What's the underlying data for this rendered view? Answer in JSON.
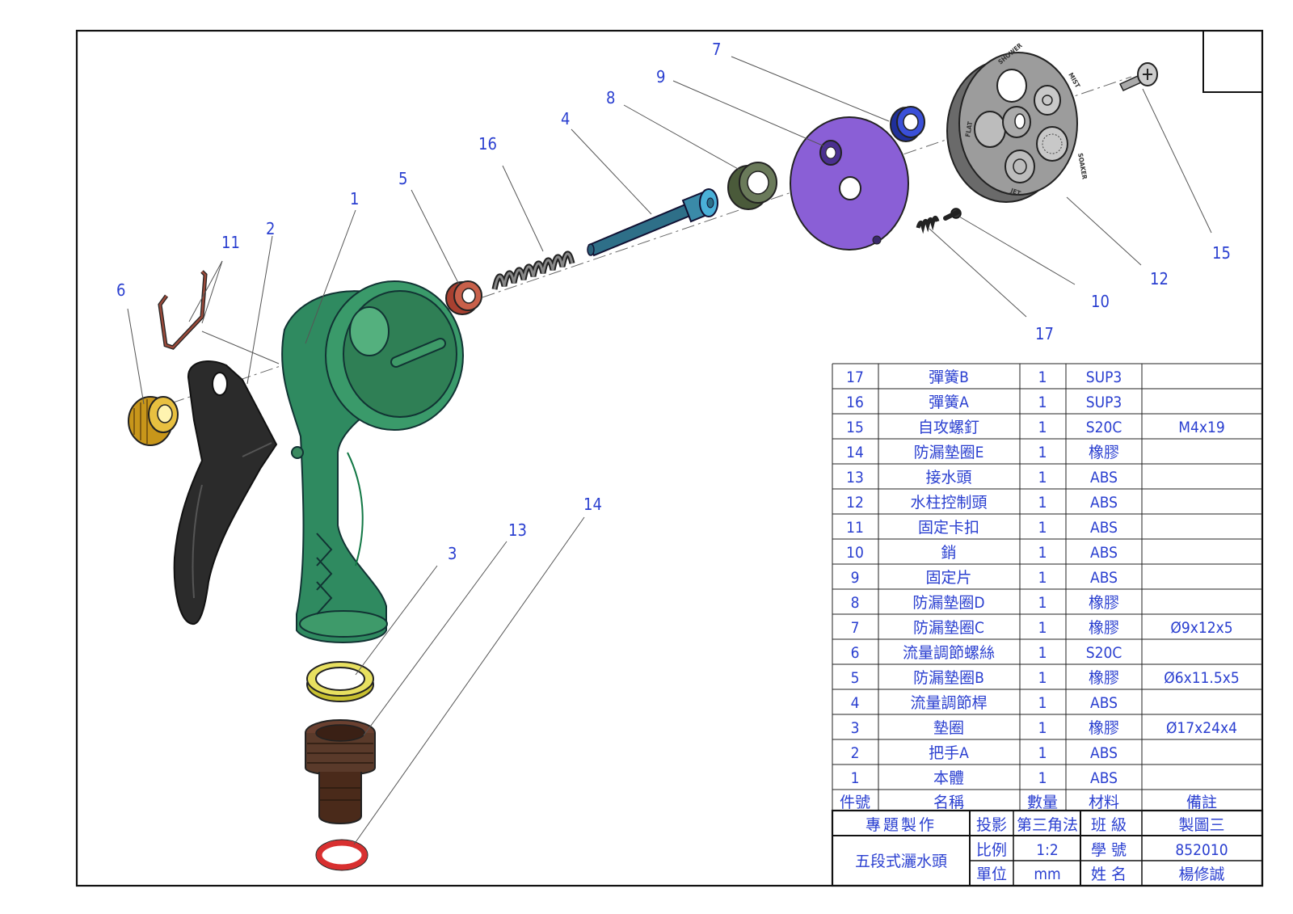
{
  "balloons": [
    "1",
    "2",
    "3",
    "4",
    "5",
    "6",
    "7",
    "8",
    "9",
    "10",
    "11",
    "12",
    "13",
    "14",
    "15",
    "16",
    "17"
  ],
  "bom": {
    "header": {
      "no": "件號",
      "name": "名稱",
      "qty": "數量",
      "material": "材料",
      "note": "備註"
    },
    "rows": [
      {
        "no": "17",
        "name": "彈簧B",
        "qty": "1",
        "material": "SUP3",
        "note": ""
      },
      {
        "no": "16",
        "name": "彈簧A",
        "qty": "1",
        "material": "SUP3",
        "note": ""
      },
      {
        "no": "15",
        "name": "自攻螺釘",
        "qty": "1",
        "material": "S20C",
        "note": "M4x19"
      },
      {
        "no": "14",
        "name": "防漏墊圈E",
        "qty": "1",
        "material": "橡膠",
        "note": ""
      },
      {
        "no": "13",
        "name": "接水頭",
        "qty": "1",
        "material": "ABS",
        "note": ""
      },
      {
        "no": "12",
        "name": "水柱控制頭",
        "qty": "1",
        "material": "ABS",
        "note": ""
      },
      {
        "no": "11",
        "name": "固定卡扣",
        "qty": "1",
        "material": "ABS",
        "note": ""
      },
      {
        "no": "10",
        "name": "銷",
        "qty": "1",
        "material": "ABS",
        "note": ""
      },
      {
        "no": "9",
        "name": "固定片",
        "qty": "1",
        "material": "ABS",
        "note": ""
      },
      {
        "no": "8",
        "name": "防漏墊圈D",
        "qty": "1",
        "material": "橡膠",
        "note": ""
      },
      {
        "no": "7",
        "name": "防漏墊圈C",
        "qty": "1",
        "material": "橡膠",
        "note": "Ø9x12x5"
      },
      {
        "no": "6",
        "name": "流量調節螺絲",
        "qty": "1",
        "material": "S20C",
        "note": ""
      },
      {
        "no": "5",
        "name": "防漏墊圈B",
        "qty": "1",
        "material": "橡膠",
        "note": "Ø6x11.5x5"
      },
      {
        "no": "4",
        "name": "流量調節桿",
        "qty": "1",
        "material": "ABS",
        "note": ""
      },
      {
        "no": "3",
        "name": "墊圈",
        "qty": "1",
        "material": "橡膠",
        "note": "Ø17x24x4"
      },
      {
        "no": "2",
        "name": "把手A",
        "qty": "1",
        "material": "ABS",
        "note": ""
      },
      {
        "no": "1",
        "name": "本體",
        "qty": "1",
        "material": "ABS",
        "note": ""
      }
    ]
  },
  "title_block": {
    "project_label": "專題製作",
    "project_name": "五段式灑水頭",
    "projection_label": "投影",
    "projection_value": "第三角法",
    "scale_label": "比例",
    "scale_value": "1:2",
    "unit_label": "單位",
    "unit_value": "mm",
    "class_label": "班級",
    "class_value": "製圖三",
    "student_id_label": "學號",
    "student_id_value": "852010",
    "name_label": "姓名",
    "name_value": "楊修誠"
  },
  "nozzle_labels": [
    "SHOWER",
    "MIST",
    "FLAT",
    "JET",
    "SOAKER"
  ],
  "colors": {
    "line": "#2a3fd0",
    "body": "#2e7d5a",
    "plate": "#8a5fd6",
    "handle": "#2a2a2a",
    "head": "#9a9a9a",
    "brass": "#d8a820",
    "rubber_red": "#b14a3a",
    "rubber_blue": "#2a3fc8",
    "ring_red": "#e03a3a",
    "connector": "#5a3a2a",
    "ring_yellow": "#d8d040"
  }
}
